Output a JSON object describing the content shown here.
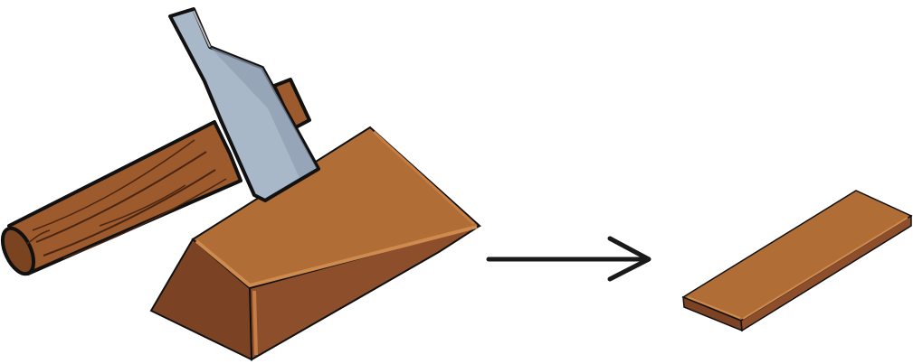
{
  "diagram": {
    "objects": [
      {
        "id": "hammer",
        "icon": "hammer-icon"
      },
      {
        "id": "metal_bar",
        "icon": "copper-ingot-icon"
      },
      {
        "id": "arrow",
        "icon": "right-arrow-icon"
      },
      {
        "id": "flattened_sheet",
        "icon": "flat-copper-sheet-icon"
      }
    ],
    "colors": {
      "outline": "#111111",
      "handle": "#9c5a2d",
      "handle_dark": "#7a4420",
      "handle_grain": "#4a2612",
      "hammer_head": "#a9b8c8",
      "hammer_head_shade": "#8e9db0",
      "copper_top": "#b06d36",
      "copper_front": "#8d4f2b",
      "copper_side": "#7b4324",
      "copper_highlight": "#cf8a4d",
      "arrow": "#1a1a1a"
    }
  }
}
